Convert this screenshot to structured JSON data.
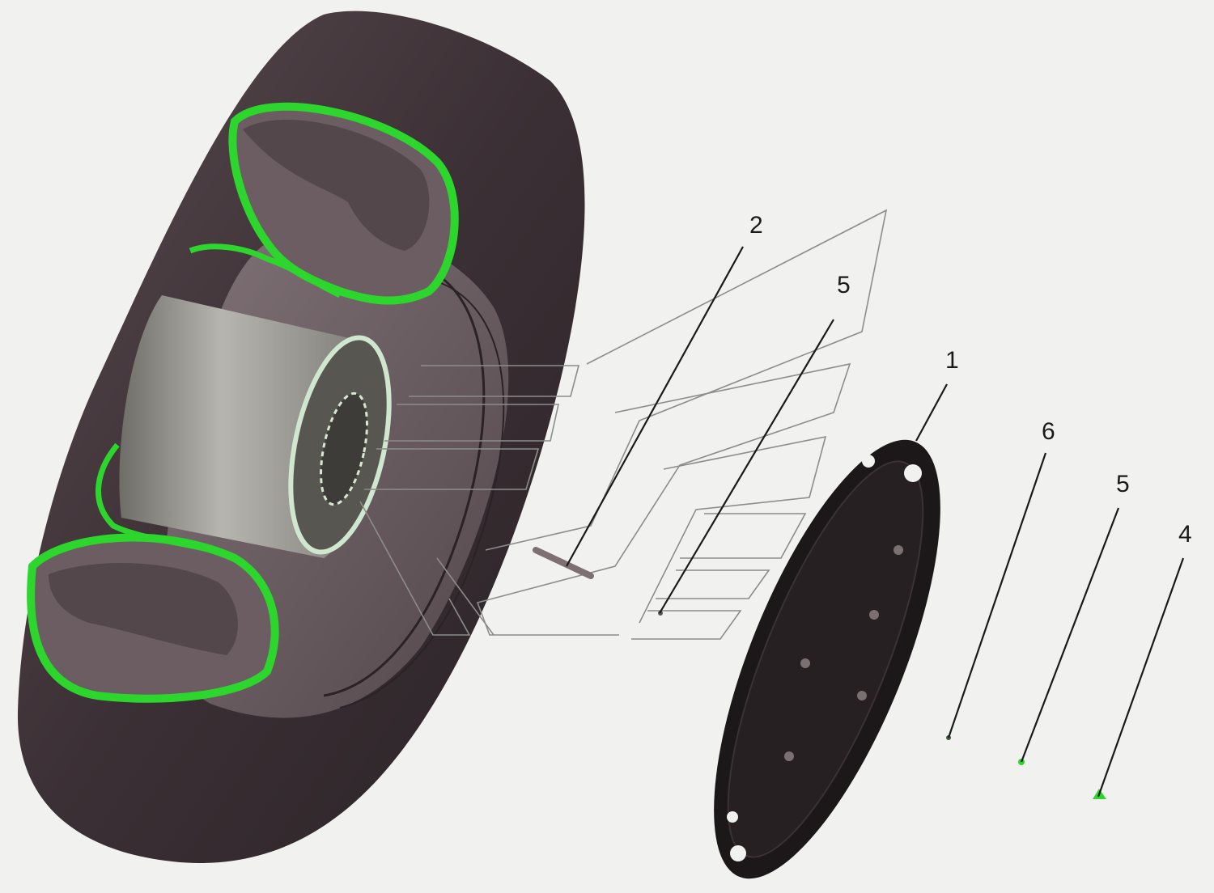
{
  "diagram": {
    "colors": {
      "background": "#f1f2ef",
      "tire": "#3d3236",
      "cutaway_highlight": "#2cd62c",
      "hub": "#9a9a95",
      "leader_line": "#1a1a1a",
      "exploded_outline": "#8c8c8c",
      "gasket": "#1c1718"
    },
    "callouts": [
      {
        "id": "c2",
        "label": "2",
        "part": "valve"
      },
      {
        "id": "c5a",
        "label": "5",
        "part": "fastener"
      },
      {
        "id": "c1",
        "label": "1",
        "part": "gasket-ring"
      },
      {
        "id": "c6",
        "label": "6",
        "part": "small-part"
      },
      {
        "id": "c5b",
        "label": "5",
        "part": "fastener"
      },
      {
        "id": "c4",
        "label": "4",
        "part": "nut"
      }
    ]
  }
}
